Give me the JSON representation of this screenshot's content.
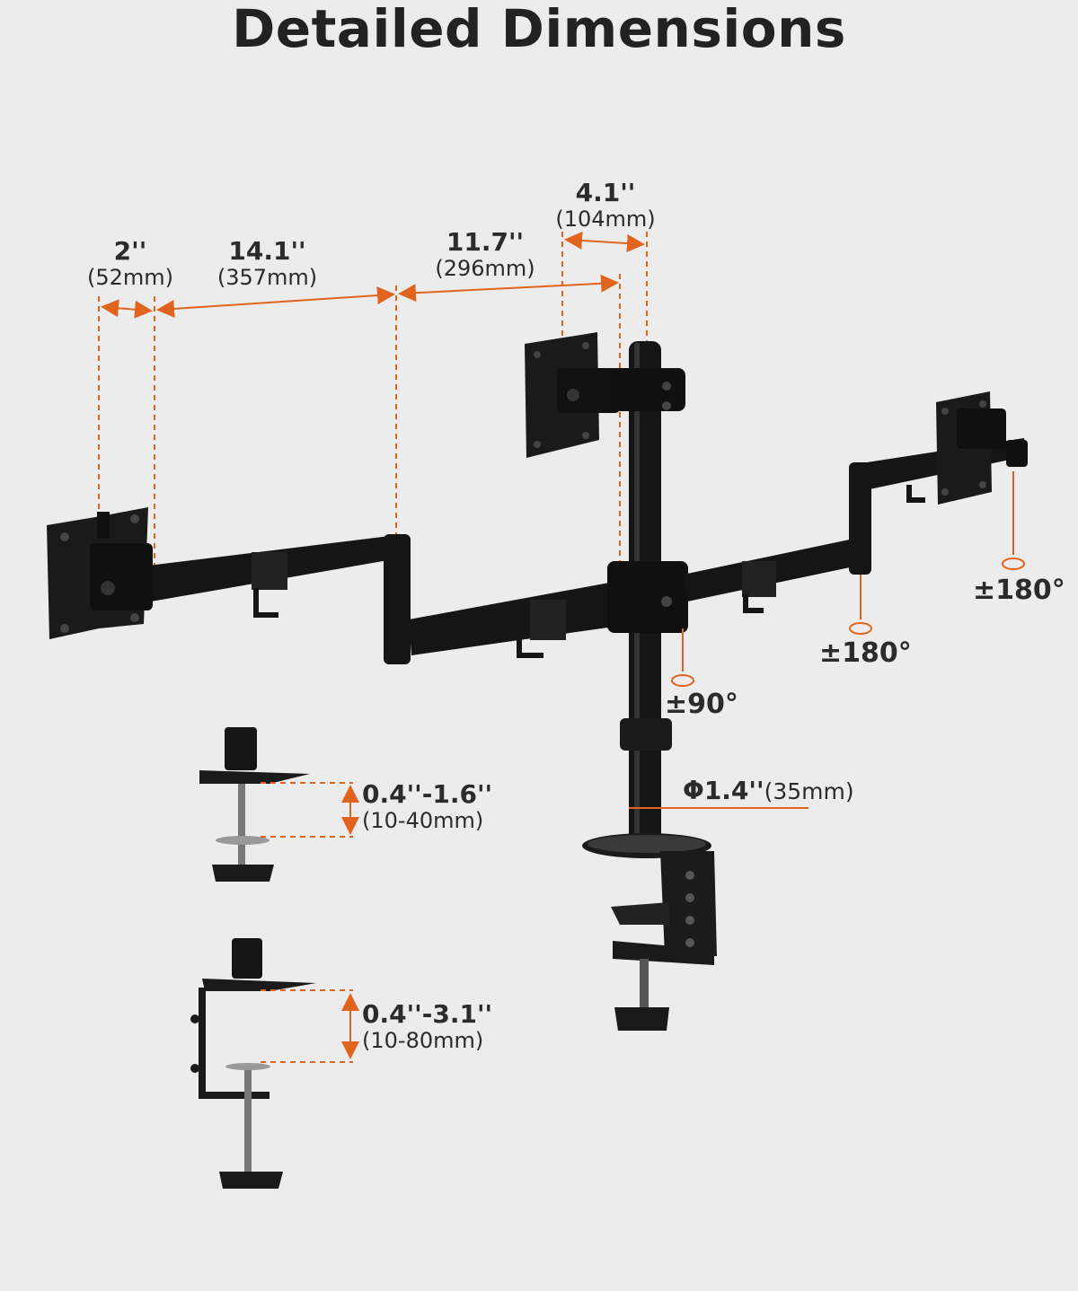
{
  "title": "Detailed Dimensions",
  "colors": {
    "accent": "#e0641e",
    "metal": "#1a1a1a",
    "background": "#ececec"
  },
  "dimensions": [
    {
      "id": "mount-offset",
      "imperial": "2''",
      "metric": "(52mm)"
    },
    {
      "id": "left-arm",
      "imperial": "14.1''",
      "metric": "(357mm)"
    },
    {
      "id": "center-arm",
      "imperial": "11.7''",
      "metric": "(296mm)"
    },
    {
      "id": "center-offset",
      "imperial": "4.1''",
      "metric": "(104mm)"
    }
  ],
  "rotations": [
    {
      "id": "right-head",
      "label": "±180°"
    },
    {
      "id": "right-joint",
      "label": "±180°"
    },
    {
      "id": "center-joint",
      "label": "±90°"
    }
  ],
  "pole": {
    "symbol": "Φ",
    "imperial": "1.4''",
    "metric": "(35mm)"
  },
  "clamps": [
    {
      "id": "c-clamp",
      "imperial": "0.4''-1.6''",
      "metric": "(10-40mm)"
    },
    {
      "id": "grommet-clamp",
      "imperial": "0.4''-3.1''",
      "metric": "(10-80mm)"
    }
  ]
}
